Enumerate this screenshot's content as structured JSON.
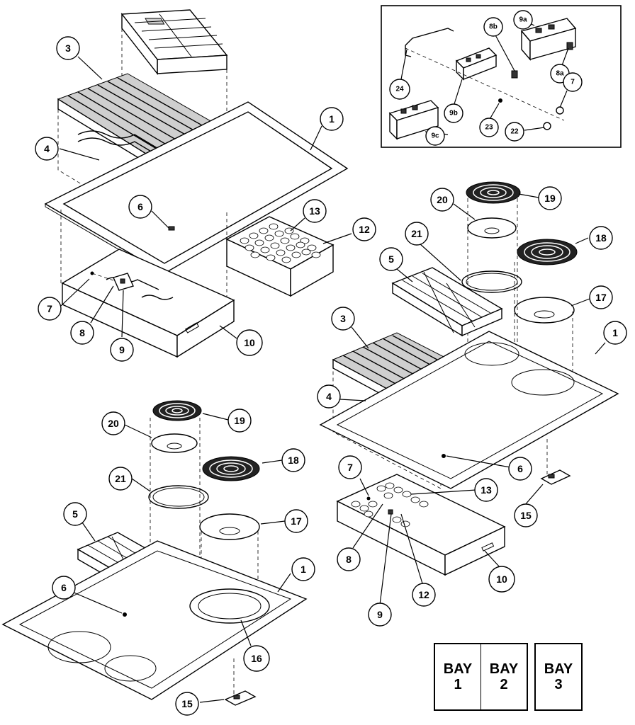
{
  "callouts_top_left": [
    "3",
    "4",
    "1",
    "6",
    "13",
    "12",
    "7",
    "8",
    "9",
    "10"
  ],
  "callouts_inset": [
    "9a",
    "8b",
    "24",
    "8a",
    "7",
    "9b",
    "23",
    "22",
    "9c"
  ],
  "callouts_right": [
    "19",
    "20",
    "21",
    "18",
    "5",
    "17",
    "3",
    "1",
    "4",
    "6",
    "15",
    "7",
    "13",
    "8",
    "9",
    "12",
    "10"
  ],
  "callouts_bottom_left": [
    "19",
    "20",
    "18",
    "21",
    "17",
    "5",
    "1",
    "6",
    "16",
    "15"
  ],
  "bays": [
    {
      "line1": "BAY",
      "line2": "1"
    },
    {
      "line1": "BAY",
      "line2": "2"
    },
    {
      "line1": "BAY",
      "line2": "3"
    }
  ]
}
